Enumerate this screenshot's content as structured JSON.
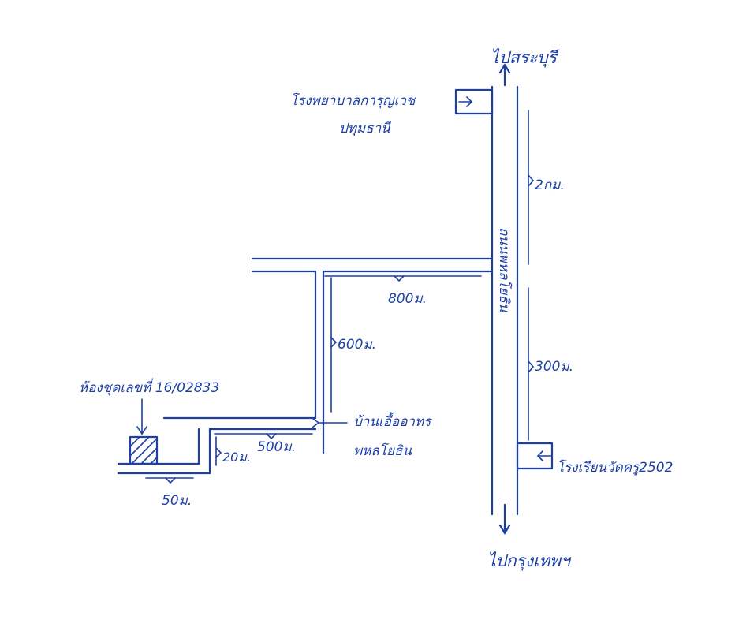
{
  "directions": {
    "north": "ไปสระบุรี",
    "south": "ไปกรุงเทพฯ"
  },
  "landmarks": {
    "hospital_line1": "โรงพยาบาลการุญเวช",
    "hospital_line2": "ปทุมธานี",
    "school": "โรงเรียนวัดครู2502",
    "village_line1": "บ้านเอื้ออาทร",
    "village_line2": "พหลโยธิน",
    "unit": "ห้องชุดเลขที่ 16/02833"
  },
  "roads": {
    "main_road": "ถนนพหลโยธิน"
  },
  "distances": {
    "main_north": "2กม.",
    "main_south": "300ม.",
    "east_branch": "800ม.",
    "branch_south": "600ม.",
    "west_branch": "500ม.",
    "spur": "20ม.",
    "final": "50ม."
  },
  "colors": {
    "ink": "#1c3fa8",
    "paper": "#ffffff"
  }
}
